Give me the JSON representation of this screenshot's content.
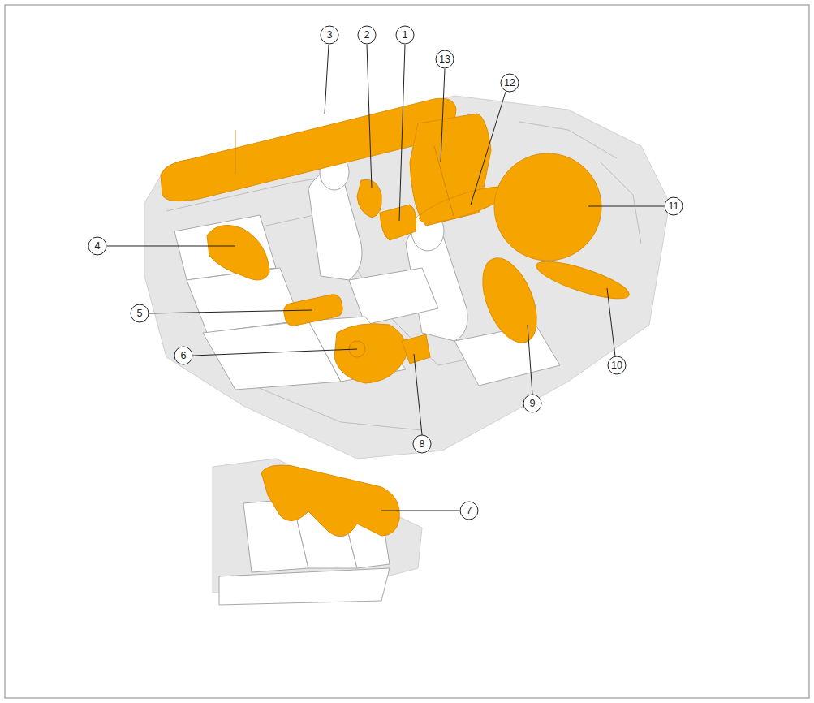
{
  "diagram": {
    "labels": [
      "3",
      "2",
      "1",
      "13",
      "12",
      "11",
      "4",
      "5",
      "10",
      "6",
      "9",
      "8",
      "7"
    ]
  }
}
